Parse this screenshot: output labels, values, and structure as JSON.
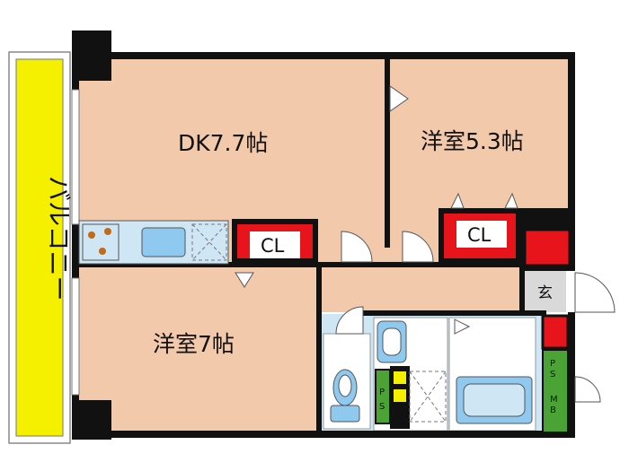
{
  "rooms": {
    "dk": "DK7.7帖",
    "western_top": "洋室5.3帖",
    "western_bottom": "洋室7帖",
    "entrance": "玄",
    "balcony": "バルコニー"
  },
  "closets": {
    "dk_closet": "CL",
    "bedroom_closet": "CL"
  },
  "shafts": {
    "ps_small_1": "P",
    "ps_small_2": "S",
    "ps_right_1": "P",
    "ps_right_2": "S",
    "mb_1": "M",
    "mb_2": "B"
  },
  "colors": {
    "floor": "#f2c9ab",
    "wall": "#111111",
    "closet": "#e8141b",
    "balcony": "#f5ef00",
    "shaft": "#4aa334",
    "wet_area": "#cfe6f5",
    "fixture": "#8fc9ef",
    "entrance": "#d9d9d9"
  }
}
